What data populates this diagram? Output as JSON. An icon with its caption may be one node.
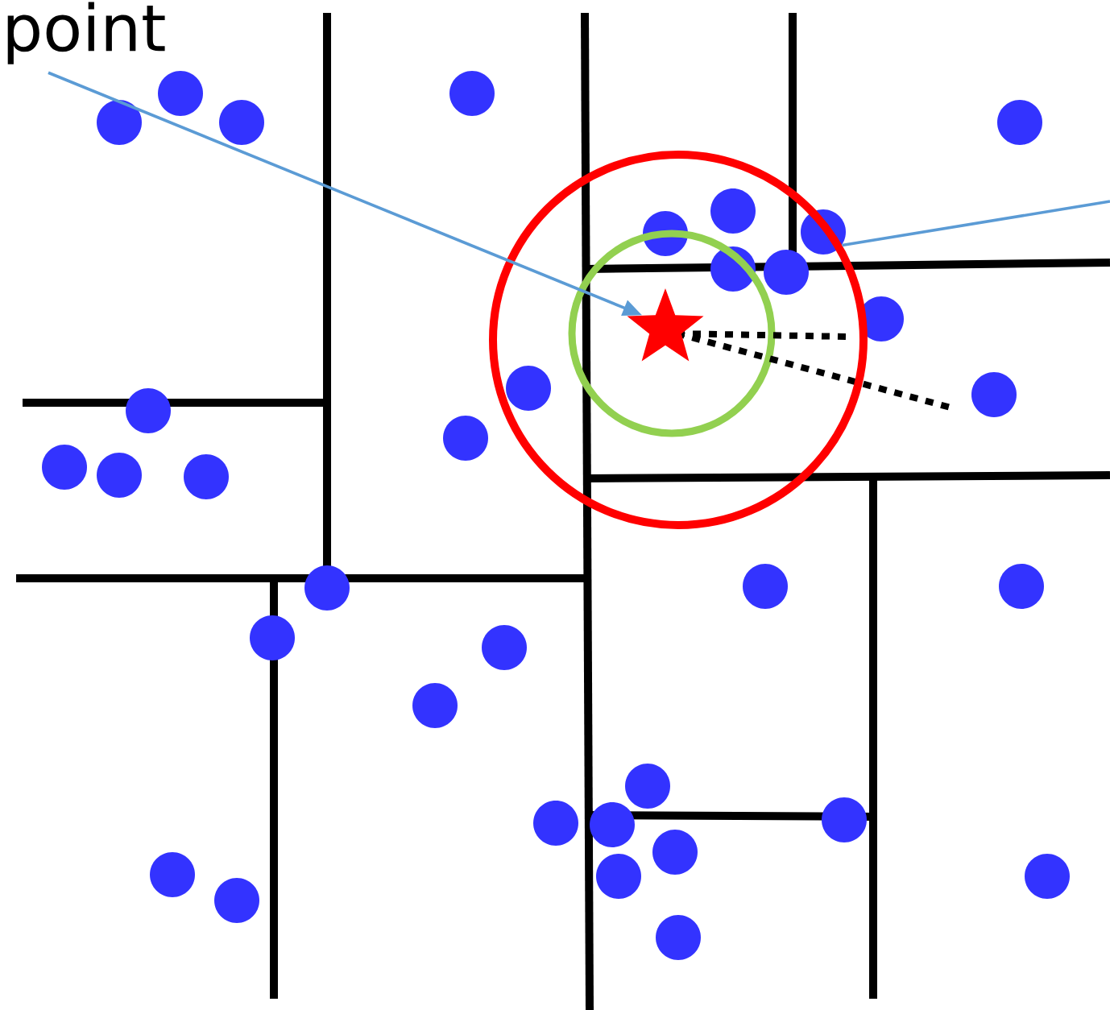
{
  "diagram": {
    "nodes": [
      {
        "text": [
          "point"
        ]
      },
      {
        "text": [],
        "shape": "star",
        "in": 2
      },
      {
        "text": [],
        "shape": "circle"
      }
    ],
    "edges": [
      {
        "from": 0,
        "to": 1,
        "arrow": "to"
      },
      {
        "from": null,
        "to": 2,
        "arrow": "none"
      }
    ]
  }
}
